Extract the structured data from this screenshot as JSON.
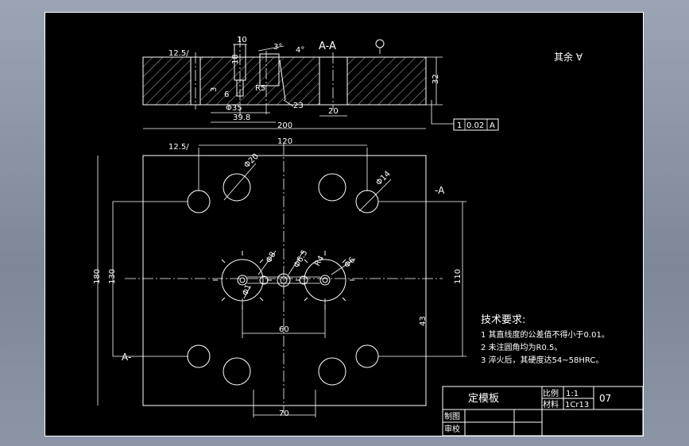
{
  "section": {
    "label": "A-A",
    "dims": {
      "w10": "10",
      "d18": "18",
      "a3": "3°",
      "a4": "4°",
      "d6": "6",
      "d3": "3",
      "d35": "35",
      "r5": "R5",
      "phi35": "Φ35",
      "d39_8": "39.8",
      "d20": "20",
      "d23": "23",
      "d200": "200",
      "d32": "32"
    },
    "roughness": "12.5/",
    "tolerance": {
      "num": "1",
      "val": "0.02",
      "datum": "A"
    }
  },
  "surface_note": "其余 ∀",
  "plan": {
    "dims": {
      "d120": "120",
      "phi20": "Φ20",
      "phi14": "Φ14",
      "d180": "180",
      "d130": "130",
      "d110": "110",
      "d60": "60",
      "d70": "70",
      "phi8": "Φ8",
      "phi6_5": "Φ6.5",
      "r4": "R4",
      "phi6": "Φ6",
      "phi1": "Φ1",
      "d43": "43"
    },
    "roughness": "12.5/",
    "section_mark_right": "-A",
    "section_mark_left": "A-"
  },
  "tech": {
    "title": "技术要求:",
    "items": [
      "1  其直线度的公差值不得小于0.01。",
      "2  未注圆角均为R0.5。",
      "3   淬火后，其硬度达54~58HRC。"
    ]
  },
  "title_block": {
    "name": "定模板",
    "scale_label": "比例",
    "scale": "1:1",
    "material_label": "材料",
    "material": "1Cr13",
    "code": "07",
    "drawn": "制图",
    "checked": "审校"
  }
}
